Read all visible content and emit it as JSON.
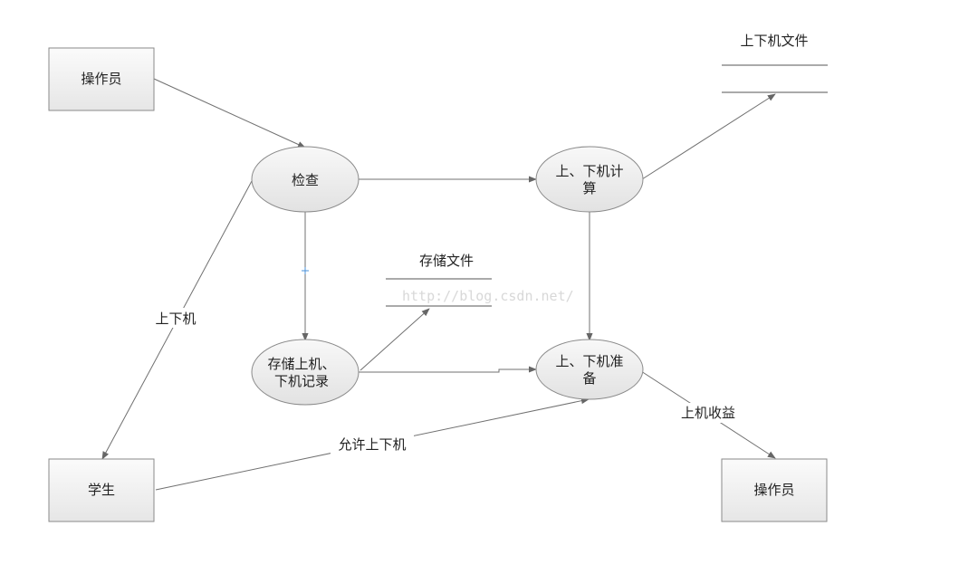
{
  "nodes": {
    "operator_top": "操作员",
    "check": "检查",
    "calc": [
      "上、下机计",
      "算"
    ],
    "file_updown": "上下机文件",
    "file_storage": "存储文件",
    "record": [
      "存储上机、",
      "下机记录"
    ],
    "prepare": [
      "上、下机准",
      "备"
    ],
    "student": "学生",
    "operator_bottom": "操作员"
  },
  "edges": {
    "updown": "上下机",
    "allow": "允许上下机",
    "income": "上机收益"
  },
  "watermark": "http://blog.csdn.net/"
}
